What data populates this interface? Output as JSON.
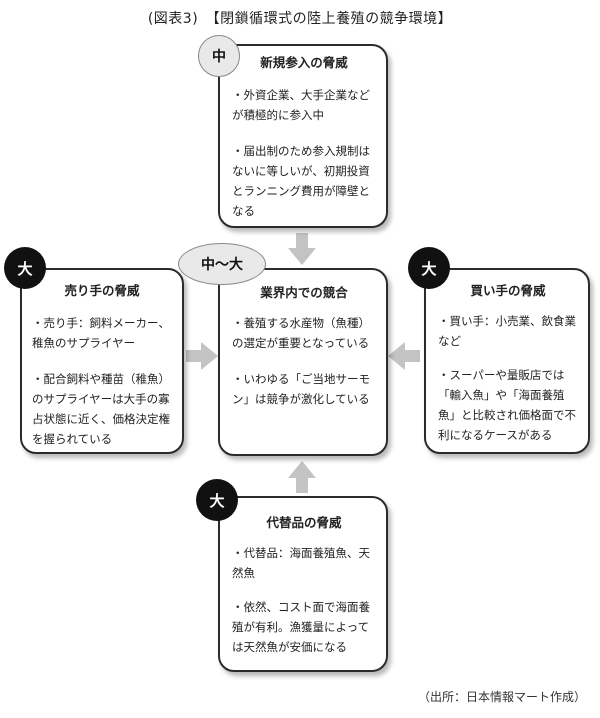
{
  "title": "(図表3)　【閉鎖循環式の陸上養殖の競争環境】",
  "boxes": {
    "new_entrants": {
      "heading": "新規参入の脅威",
      "badge": "中",
      "items": [
        "・外資企業、大手企業などが積極的に参入中",
        "・届出制のため参入規制はないに等しいが、初期投資とランニング費用が障壁となる"
      ]
    },
    "sellers": {
      "heading": "売り手の脅威",
      "badge": "大",
      "items": [
        "・売り手：飼料メーカー、稚魚のサプライヤー",
        "・配合飼料や種苗（稚魚）のサプライヤーは大手の寡占状態に近く、価格決定権を握られている"
      ]
    },
    "industry": {
      "heading": "業界内での競合",
      "badge": "中〜大",
      "items": [
        "・養殖する水産物（魚種）の選定が重要となっている",
        "・いわゆる「ご当地サーモン」は競争が激化している"
      ]
    },
    "buyers": {
      "heading": "買い手の脅威",
      "badge": "大",
      "items": [
        "・買い手：小売業、飲食業など",
        "・スーパーや量販店では「輸入魚」や「海面養殖魚」と比較され価格面で不利になるケースがある"
      ]
    },
    "substitutes": {
      "heading": "代替品の脅威",
      "badge": "大",
      "items": [
        "・代替品：海面養殖魚、天然魚",
        "・依然、コスト面で海面養殖が有利。漁獲量によっては天然魚が安価になる"
      ]
    }
  },
  "source": "（出所：日本情報マート作成）"
}
